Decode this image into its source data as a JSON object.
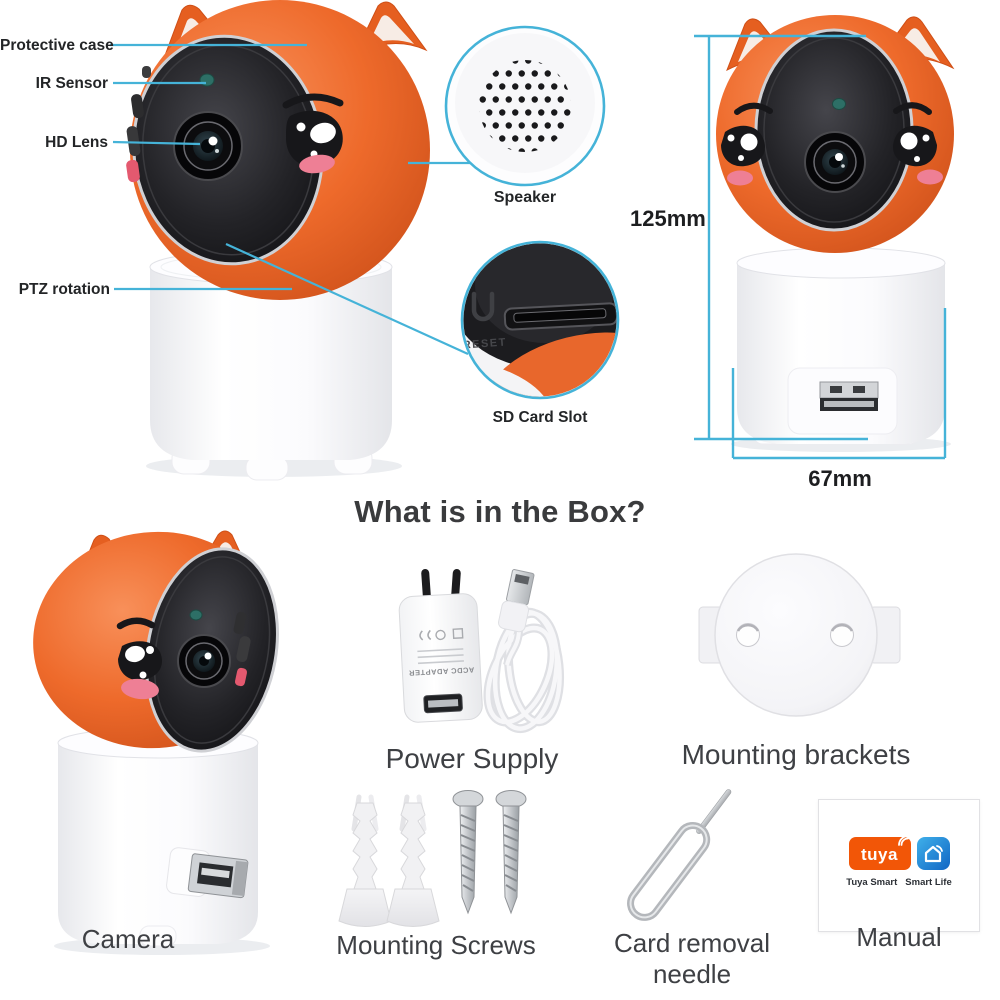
{
  "colors": {
    "accent_line": "#45b3d8",
    "camera_orange": "#ee6a2b",
    "face_black": "#17171a",
    "blush_pink": "#ee7f95",
    "ir_teal": "#2d6f66",
    "tuya_orange": "#f25607",
    "smartlife_blue": "#1f7dd4",
    "label_dark": "#3e4044"
  },
  "callouts": {
    "protective_case": "Protective case",
    "ir_sensor": "IR Sensor",
    "hd_lens": "HD Lens",
    "ptz_rotation": "PTZ rotation",
    "speaker": "Speaker",
    "sd_card_slot": "SD Card Slot",
    "reset_embossed": "RESET"
  },
  "dimensions": {
    "height": "125mm",
    "width": "67mm"
  },
  "box": {
    "title": "What is in the Box?",
    "items": [
      {
        "label": "Camera"
      },
      {
        "label": "Power Supply"
      },
      {
        "label": "Mounting brackets"
      },
      {
        "label": "Mounting Screws"
      },
      {
        "label": "Card removal needle"
      },
      {
        "label": "Manual"
      }
    ]
  },
  "power_supply": {
    "body_text": "ACDC ADAPTER"
  },
  "manual": {
    "logo_text": "tuya",
    "caption_tuya": "Tuya Smart",
    "caption_life": "Smart Life"
  }
}
